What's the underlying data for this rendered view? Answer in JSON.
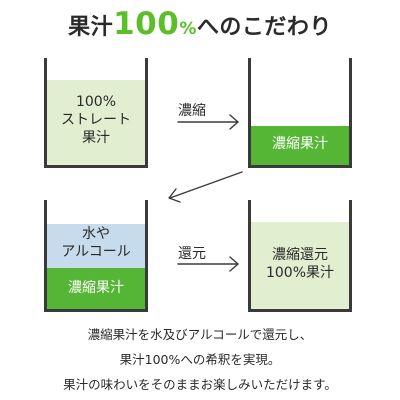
{
  "title": {
    "prefix": "果汁",
    "number": "100",
    "percent": "%",
    "suffix": "へのこだわり"
  },
  "cups": [
    {
      "label": "100%\nストレート\n果汁"
    },
    {
      "green_label": "濃縮果汁"
    },
    {
      "top_label": "水や\nアルコール",
      "green_label": "濃縮果汁"
    },
    {
      "label": "濃縮還元\n100%果汁"
    }
  ],
  "steps": {
    "concentrate": "濃縮",
    "restore": "還元"
  },
  "description": [
    "濃縮果汁を水及びアルコールで還元し、",
    "果汁100%への希釈を実現。",
    "果汁の味わいをそのままお楽しみいただけます。"
  ],
  "colors": {
    "accent_green": "#5cbf2a",
    "juice_green": "#55b535",
    "juice_light": "#e1eed0",
    "water_blue": "#c6dcec",
    "line": "#3a3a3a"
  }
}
